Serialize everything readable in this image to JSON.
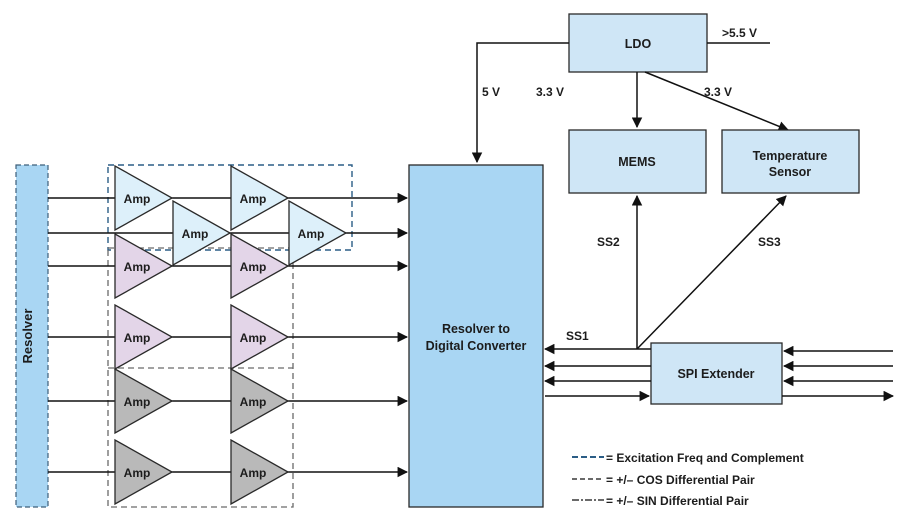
{
  "blocks": {
    "ldo": "LDO",
    "mems": "MEMS",
    "temp_line1": "Temperature",
    "temp_line2": "Sensor",
    "rdc_line1": "Resolver to",
    "rdc_line2": "Digital Converter",
    "spi": "SPI Extender",
    "resolver": "Resolver",
    "amp": "Amp"
  },
  "signals": {
    "vin": ">5.5 V",
    "v5": "5 V",
    "v33_left": "3.3 V",
    "v33_right": "3.3 V",
    "ss1": "SS1",
    "ss2": "SS2",
    "ss3": "SS3"
  },
  "legend": [
    {
      "label": "= Excitation Freq and Complement",
      "color": "#2b5d86"
    },
    {
      "label": "= +/– COS Differential Pair",
      "color": "#6a6a6a"
    },
    {
      "label": "= +/– SIN Differential Pair",
      "color": "#6a6a6a"
    }
  ],
  "colors": {
    "block_fill": "#cfe6f6",
    "rdc_fill": "#a9d6f3",
    "excitation_amp": "#ddf0fa",
    "cos_amp": "#e3d5e8",
    "sin_amp": "#b9b9b9"
  }
}
